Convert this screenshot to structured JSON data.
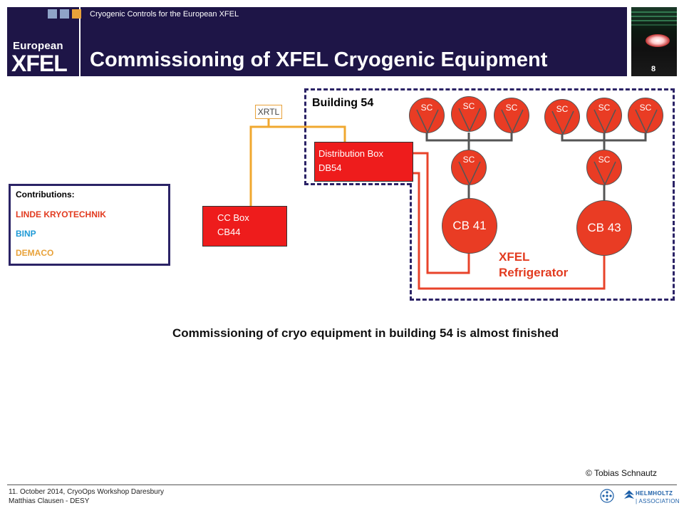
{
  "header": {
    "subtitle": "Cryogenic Controls for the European XFEL",
    "title": "Commissioning of XFEL Cryogenic Equipment",
    "page_number": "8",
    "logo_line1": "European",
    "logo_line2": "XFEL",
    "logo_squares": [
      "#8fa3c8",
      "#8fa3c8",
      "#e8a23a"
    ]
  },
  "diagram": {
    "building_label": "Building 54",
    "xrtl_label": "XRTL",
    "distribution_box": {
      "line1": "Distribution Box",
      "line2": "DB54"
    },
    "cc_box": {
      "line1": "CC Box",
      "line2": "CB44"
    },
    "sc_units": [
      "SC",
      "SC",
      "SC",
      "SC",
      "SC",
      "SC",
      "SC",
      "SC"
    ],
    "cold_boxes": [
      "CB 41",
      "CB 43"
    ],
    "refrigerator_label": {
      "line1": "XFEL",
      "line2": "Refrigerator"
    },
    "colors": {
      "pipe_red": "#e8432a",
      "pipe_orange": "#f0a830",
      "box_red": "#ee1c1c",
      "frame": "#2b2366"
    }
  },
  "contributions": {
    "title": "Contributions:",
    "items": [
      {
        "name": "LINDE KRYOTECHNIK",
        "color": "#e23b20"
      },
      {
        "name": "BINP",
        "color": "#1f9ad6"
      },
      {
        "name": "DEMACO",
        "color": "#e8a23a"
      }
    ]
  },
  "note": "Commissioning of cryo equipment in building 54 is almost finished",
  "credit": "© Tobias Schnautz",
  "footer": {
    "line1": "11. October 2014, CryoOps Workshop Daresbury",
    "line2": "Matthias Clausen - DESY",
    "helmholtz_line1": "HELMHOLTZ",
    "helmholtz_line2": "| ASSOCIATION"
  }
}
